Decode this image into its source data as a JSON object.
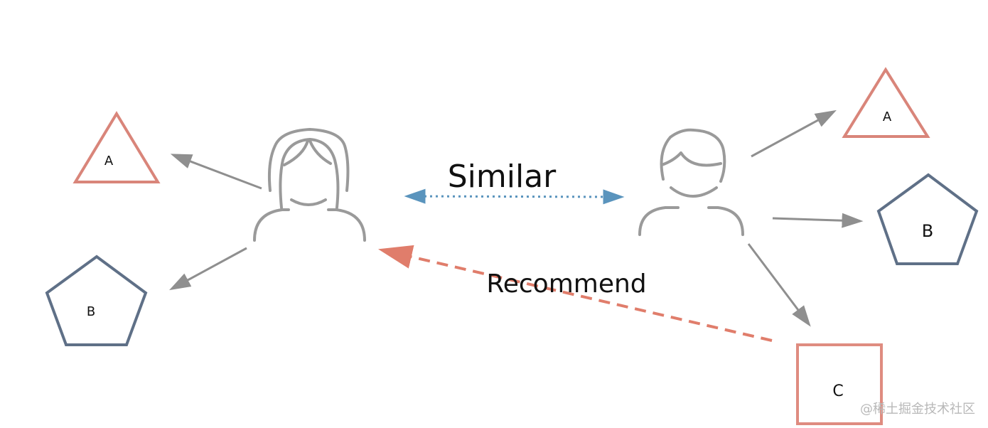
{
  "colors": {
    "triangle_stroke": "#d9857a",
    "pentagon_stroke": "#5f7087",
    "square_stroke": "#df8c80",
    "person_stroke": "#9a9a9a",
    "arrow_gray": "#8f8f8f",
    "similar_arrow": "#5a94bd",
    "recommend_arrow": "#e07d6b",
    "text": "#111111",
    "watermark": "#b8b8b8"
  },
  "labels": {
    "similar": "Similar",
    "recommend": "Recommend",
    "left_item_a": "A",
    "left_item_b": "B",
    "right_item_a": "A",
    "right_item_b": "B",
    "right_item_c": "C"
  },
  "icons": {
    "left_user": "female-user-icon",
    "right_user": "male-user-icon"
  },
  "watermark": "@稀土掘金技术社区"
}
